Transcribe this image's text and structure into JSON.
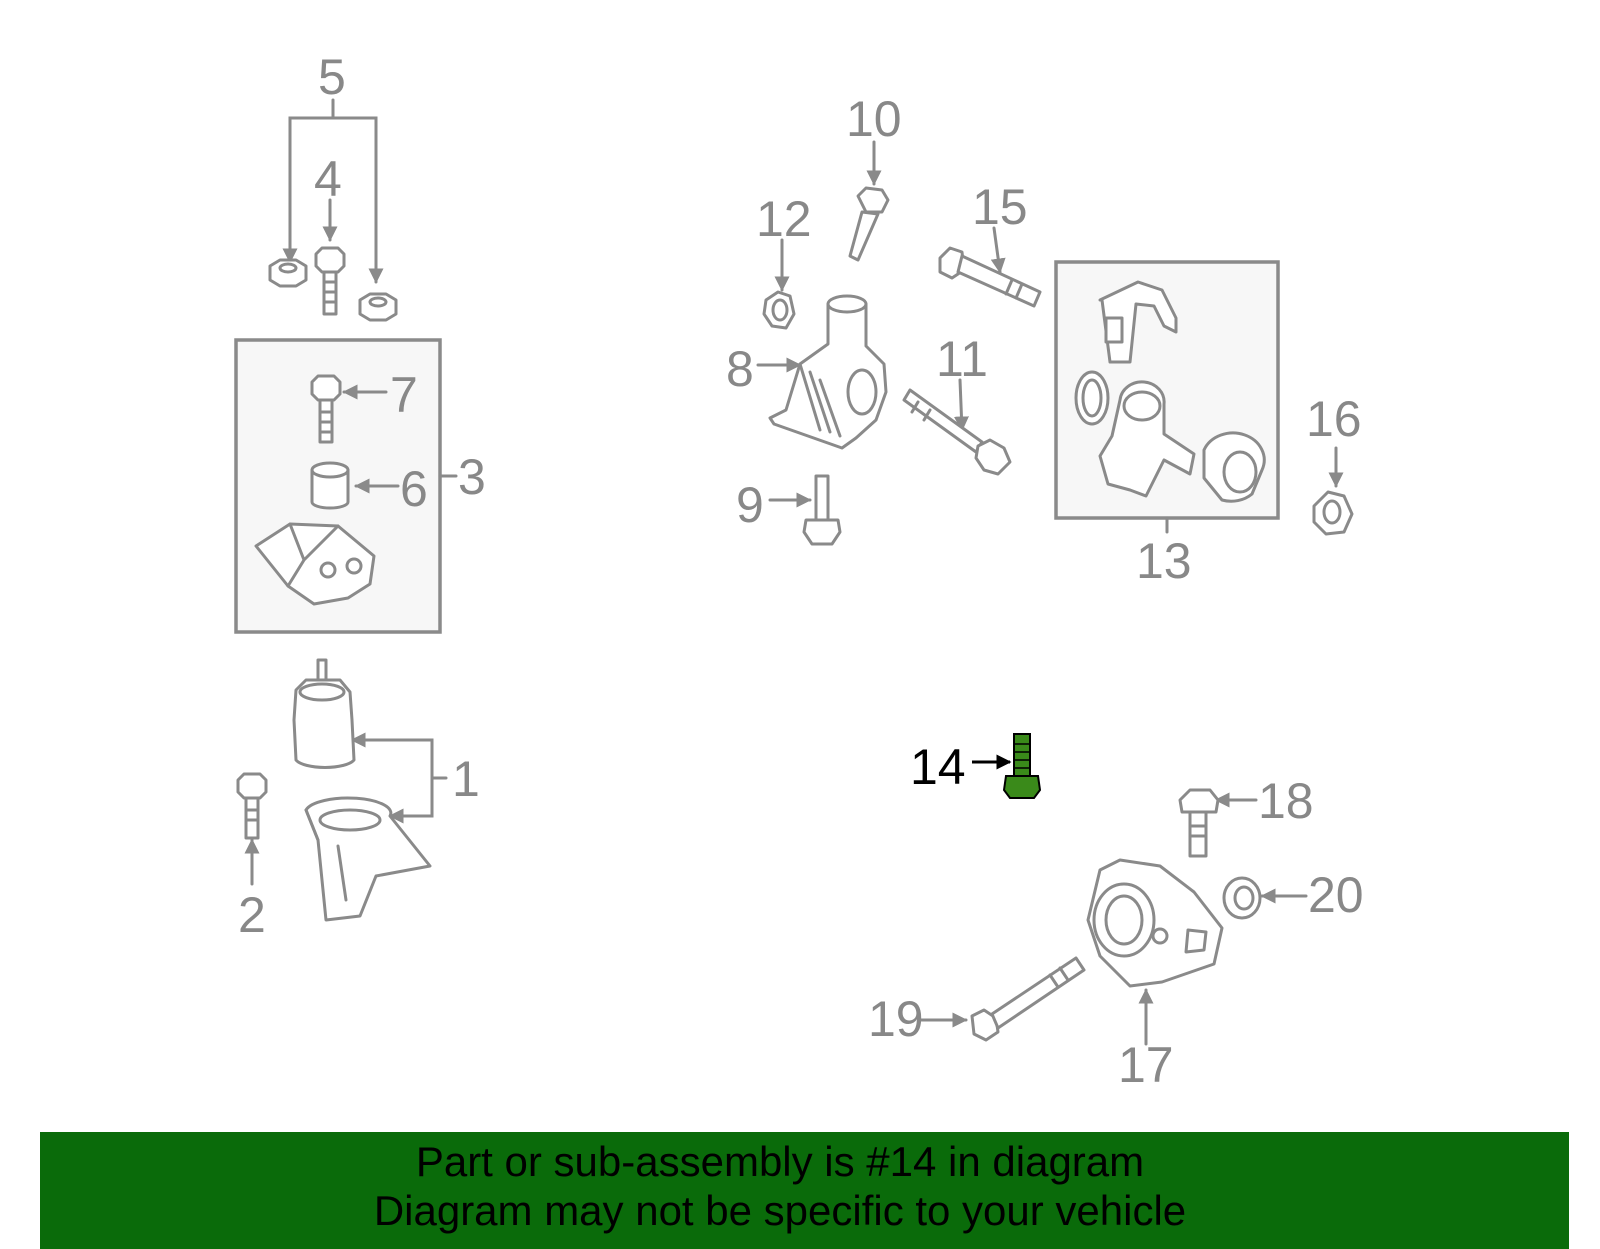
{
  "callouts": {
    "c1": "1",
    "c2": "2",
    "c3": "3",
    "c4": "4",
    "c5": "5",
    "c6": "6",
    "c7": "7",
    "c8": "8",
    "c9": "9",
    "c10": "10",
    "c11": "11",
    "c12": "12",
    "c13": "13",
    "c14": "14",
    "c15": "15",
    "c16": "16",
    "c17": "17",
    "c18": "18",
    "c19": "19",
    "c20": "20"
  },
  "highlight": {
    "part": "14",
    "color": "#3a8a1a"
  },
  "colors": {
    "banner": "#0a6b0a",
    "line": "#8a8a8a",
    "callout": "#888888"
  },
  "banner": {
    "line1": "Part or sub-assembly is #14 in diagram",
    "line2": "Diagram may not be specific to your vehicle"
  }
}
